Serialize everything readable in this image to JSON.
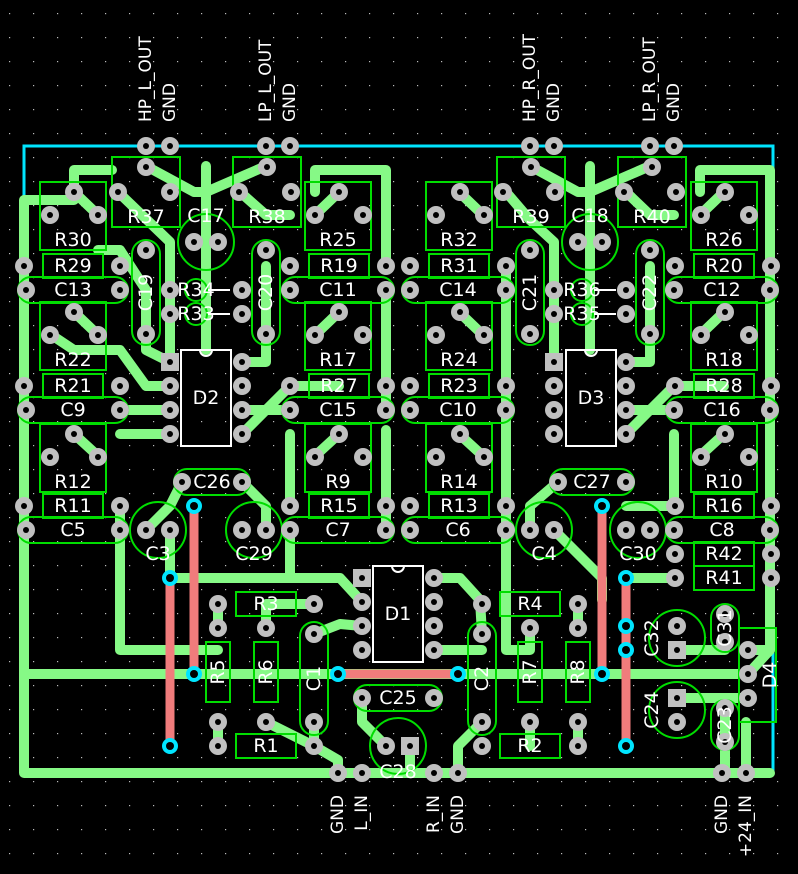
{
  "connectors": {
    "top": [
      "HP_L_OUT",
      "GND",
      "LP_L_OUT",
      "GND",
      "HP_R_OUT",
      "GND",
      "LP_R_OUT",
      "GND"
    ],
    "bottom": [
      "GND",
      "L_IN",
      "R_IN",
      "GND",
      "GND",
      "+24_IN"
    ]
  },
  "components": [
    "R30",
    "R29",
    "C13",
    "R22",
    "R21",
    "C9",
    "R12",
    "R11",
    "C5",
    "R25",
    "R19",
    "C11",
    "R17",
    "R27",
    "C15",
    "R9",
    "R15",
    "C7",
    "R32",
    "R31",
    "C14",
    "R24",
    "R23",
    "C10",
    "R14",
    "R13",
    "C6",
    "R26",
    "R20",
    "C12",
    "R18",
    "R28",
    "C16",
    "R10",
    "R16",
    "C8",
    "R42",
    "R41",
    "R37",
    "R38",
    "R39",
    "R40",
    "C17",
    "C18",
    "C3",
    "C29",
    "C4",
    "C30",
    "C28",
    "C32",
    "C24",
    "C19",
    "C20",
    "C21",
    "C22",
    "C1",
    "C2",
    "C31",
    "C23",
    "R34",
    "R33",
    "R36",
    "R35",
    "D2",
    "D3",
    "D1",
    "C26",
    "C27",
    "C25",
    "R3",
    "R4",
    "R1",
    "R2",
    "R5",
    "R6",
    "R7",
    "R8",
    "D4"
  ],
  "colors": {
    "background": "#000000",
    "trace_top": "#86f986",
    "trace_bottom": "#f07c7c",
    "silkscreen": "#00dd00",
    "pad": "#c0c0c0",
    "via": "#00e5ff",
    "outline": "#00e5ff",
    "text": "#ffffff"
  }
}
